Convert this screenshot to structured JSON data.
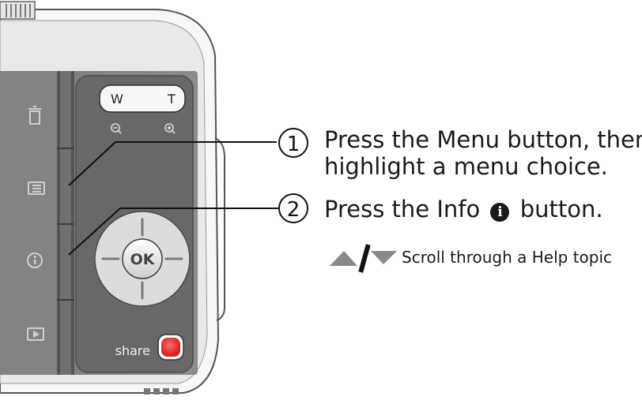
{
  "camera": {
    "zoom_wide_label": "W",
    "zoom_tele_label": "T",
    "ok_label": "OK",
    "share_label": "share"
  },
  "callouts": [
    {
      "number": "1",
      "text_line1": "Press the Menu button, then",
      "text_line2": "highlight a menu choice."
    },
    {
      "number": "2",
      "text_before": "Press the Info",
      "text_after": "button."
    }
  ],
  "scroll_hint": {
    "text": "Scroll through a Help topic"
  },
  "icons": [
    "trash-icon",
    "menu-icon",
    "info-icon",
    "review-icon",
    "zoom-out-icon",
    "zoom-in-icon",
    "up-arrow-icon",
    "down-arrow-icon"
  ],
  "colors": {
    "body": "#808080",
    "panel": "#676767",
    "ring": "#d9d9d9",
    "share_button": "#e32222"
  }
}
